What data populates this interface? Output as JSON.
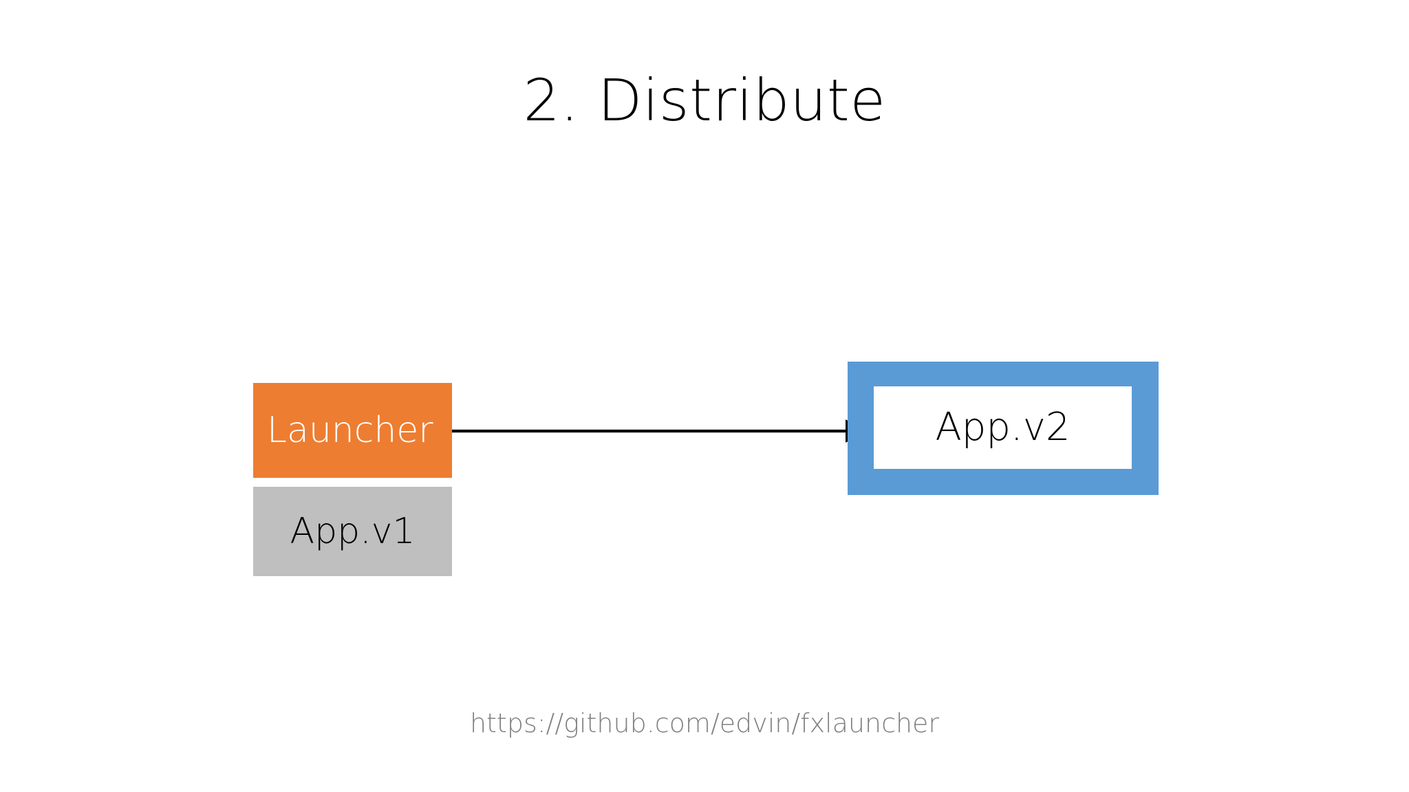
{
  "slide": {
    "title": "2. Distribute",
    "background_color": "#FFFFFF",
    "footer_url": "https://github.com/edvin/fxlauncher"
  },
  "diagram": {
    "type": "flow",
    "nodes": [
      {
        "id": "launcher",
        "label": "Launcher",
        "fill_color": "#ED7D31",
        "text_color": "#FFFFFF"
      },
      {
        "id": "app-v1",
        "label": "App.v1",
        "fill_color": "#BFBFBF",
        "text_color": "#000000"
      },
      {
        "id": "app-v2",
        "label": "App.v2",
        "fill_color": "#FFFFFF",
        "border_color": "#5B9BD5",
        "text_color": "#000000"
      }
    ],
    "edges": [
      {
        "id": "launcher-to-appv2",
        "from": "launcher",
        "to": "app-v2",
        "label": "",
        "color": "#000000",
        "arrowhead": "filled-triangle"
      }
    ]
  }
}
